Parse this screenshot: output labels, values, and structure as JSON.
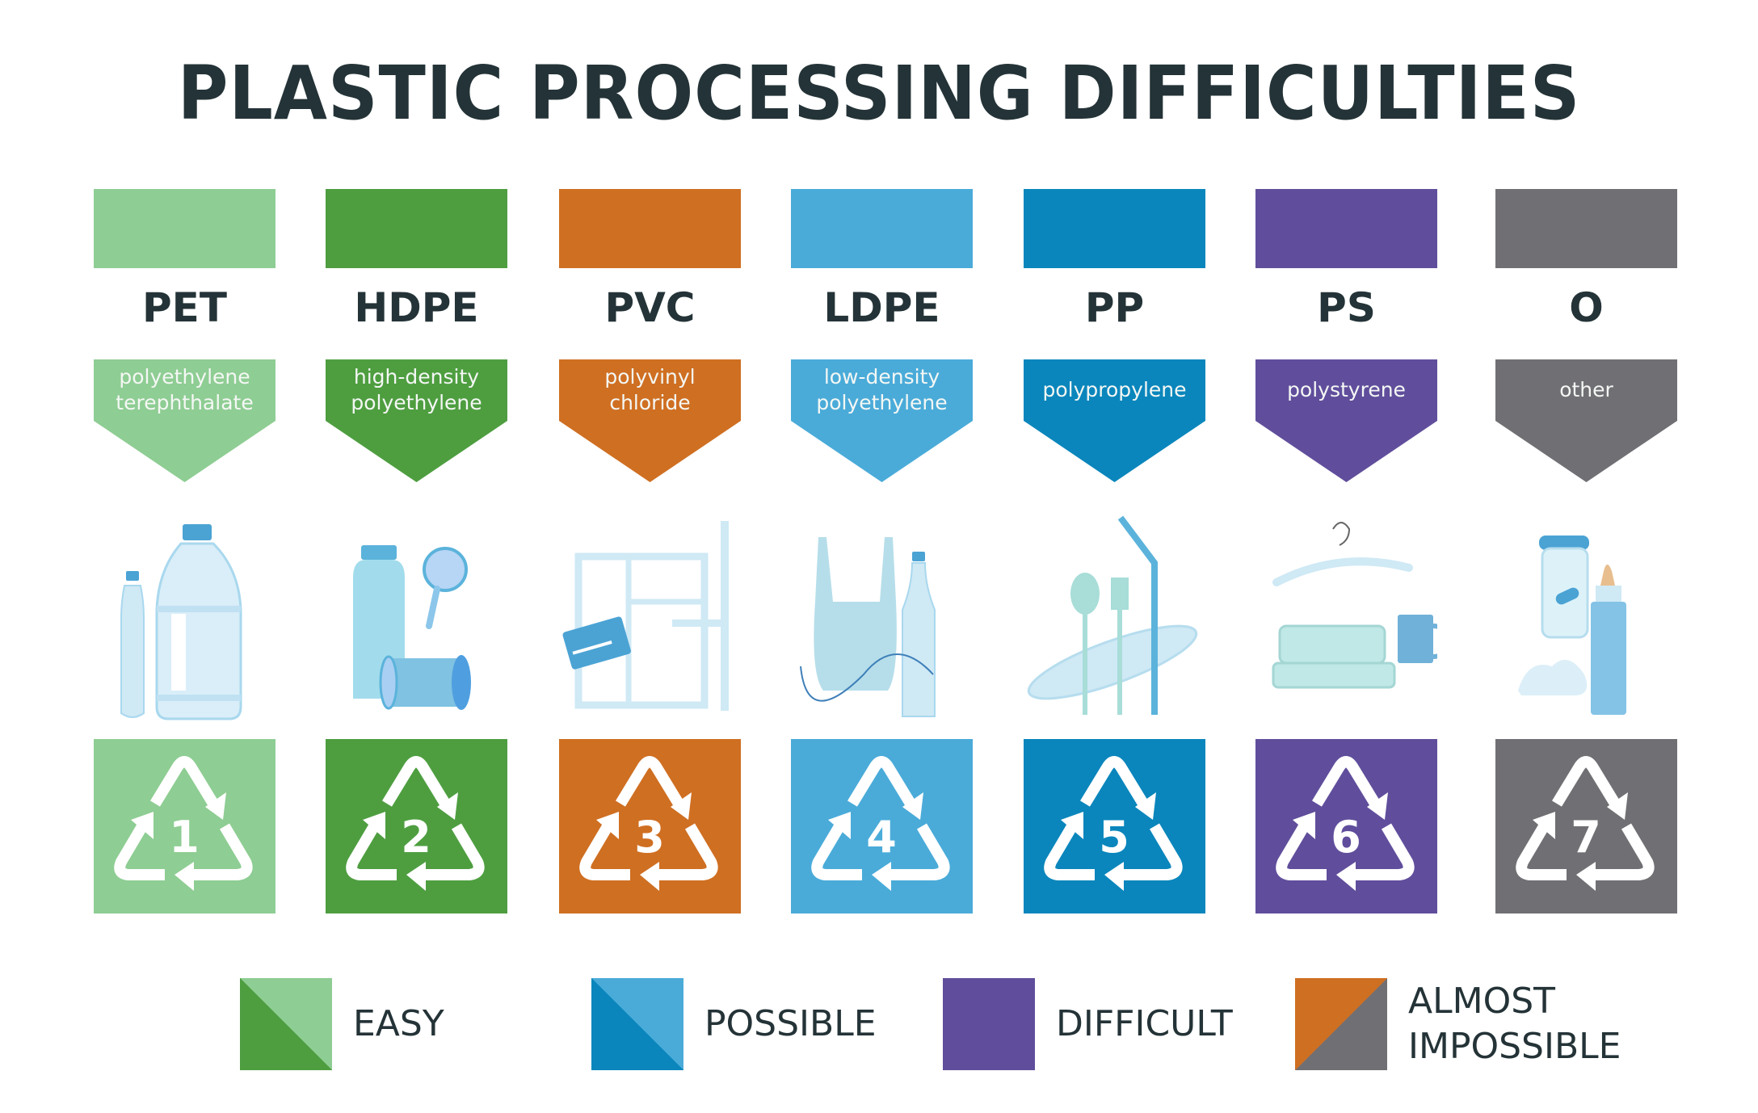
{
  "title": "PLASTIC PROCESSING DIFFICULTIES",
  "plastics": [
    {
      "code": "PET",
      "name_line1": "polyethylene",
      "name_line2": "terephthalate",
      "number": "1",
      "color": "#8ECD93",
      "difficulty": "EASY",
      "illustration": "water-bottles-icon"
    },
    {
      "code": "HDPE",
      "name_line1": "high-density",
      "name_line2": "polyethylene",
      "number": "2",
      "color": "#4E9E40",
      "difficulty": "EASY",
      "illustration": "bottle-and-containers-icon"
    },
    {
      "code": "PVC",
      "name_line1": "polyvinyl",
      "name_line2": "chloride",
      "number": "3",
      "color": "#CF6F22",
      "difficulty": "ALMOST IMPOSSIBLE",
      "illustration": "window-frame-pipe-card-icon"
    },
    {
      "code": "LDPE",
      "name_line1": "low-density",
      "name_line2": "polyethylene",
      "number": "4",
      "color": "#4AABD9",
      "difficulty": "POSSIBLE",
      "illustration": "bag-and-bottle-icon"
    },
    {
      "code": "PP",
      "name_line1": "polypropylene",
      "name_line2": "",
      "number": "5",
      "color": "#0A86BC",
      "difficulty": "POSSIBLE",
      "illustration": "cutlery-straw-plate-icon"
    },
    {
      "code": "PS",
      "name_line1": "polystyrene",
      "name_line2": "",
      "number": "6",
      "color": "#604E9C",
      "difficulty": "DIFFICULT",
      "illustration": "hanger-egg-tray-cup-icon"
    },
    {
      "code": "O",
      "name_line1": "other",
      "name_line2": "",
      "number": "7",
      "color": "#707074",
      "difficulty": "ALMOST IMPOSSIBLE",
      "illustration": "jar-baby-bottle-icon"
    }
  ],
  "legend": [
    {
      "label_line1": "EASY",
      "label_line2": "",
      "color_a": "#8ECD93",
      "color_b": "#4E9E40"
    },
    {
      "label_line1": "POSSIBLE",
      "label_line2": "",
      "color_a": "#4AABD9",
      "color_b": "#0A86BC"
    },
    {
      "label_line1": "DIFFICULT",
      "label_line2": "",
      "color_a": "#604E9C",
      "color_b": "#604E9C"
    },
    {
      "label_line1": "ALMOST",
      "label_line2": "IMPOSSIBLE",
      "color_a": "#CF6F22",
      "color_b": "#707074"
    }
  ],
  "colors": {
    "title_text": "#243337",
    "illustration_light": "#CFE9F5",
    "illustration_mid": "#A9D8EE",
    "illustration_dark": "#5BB3DB"
  }
}
